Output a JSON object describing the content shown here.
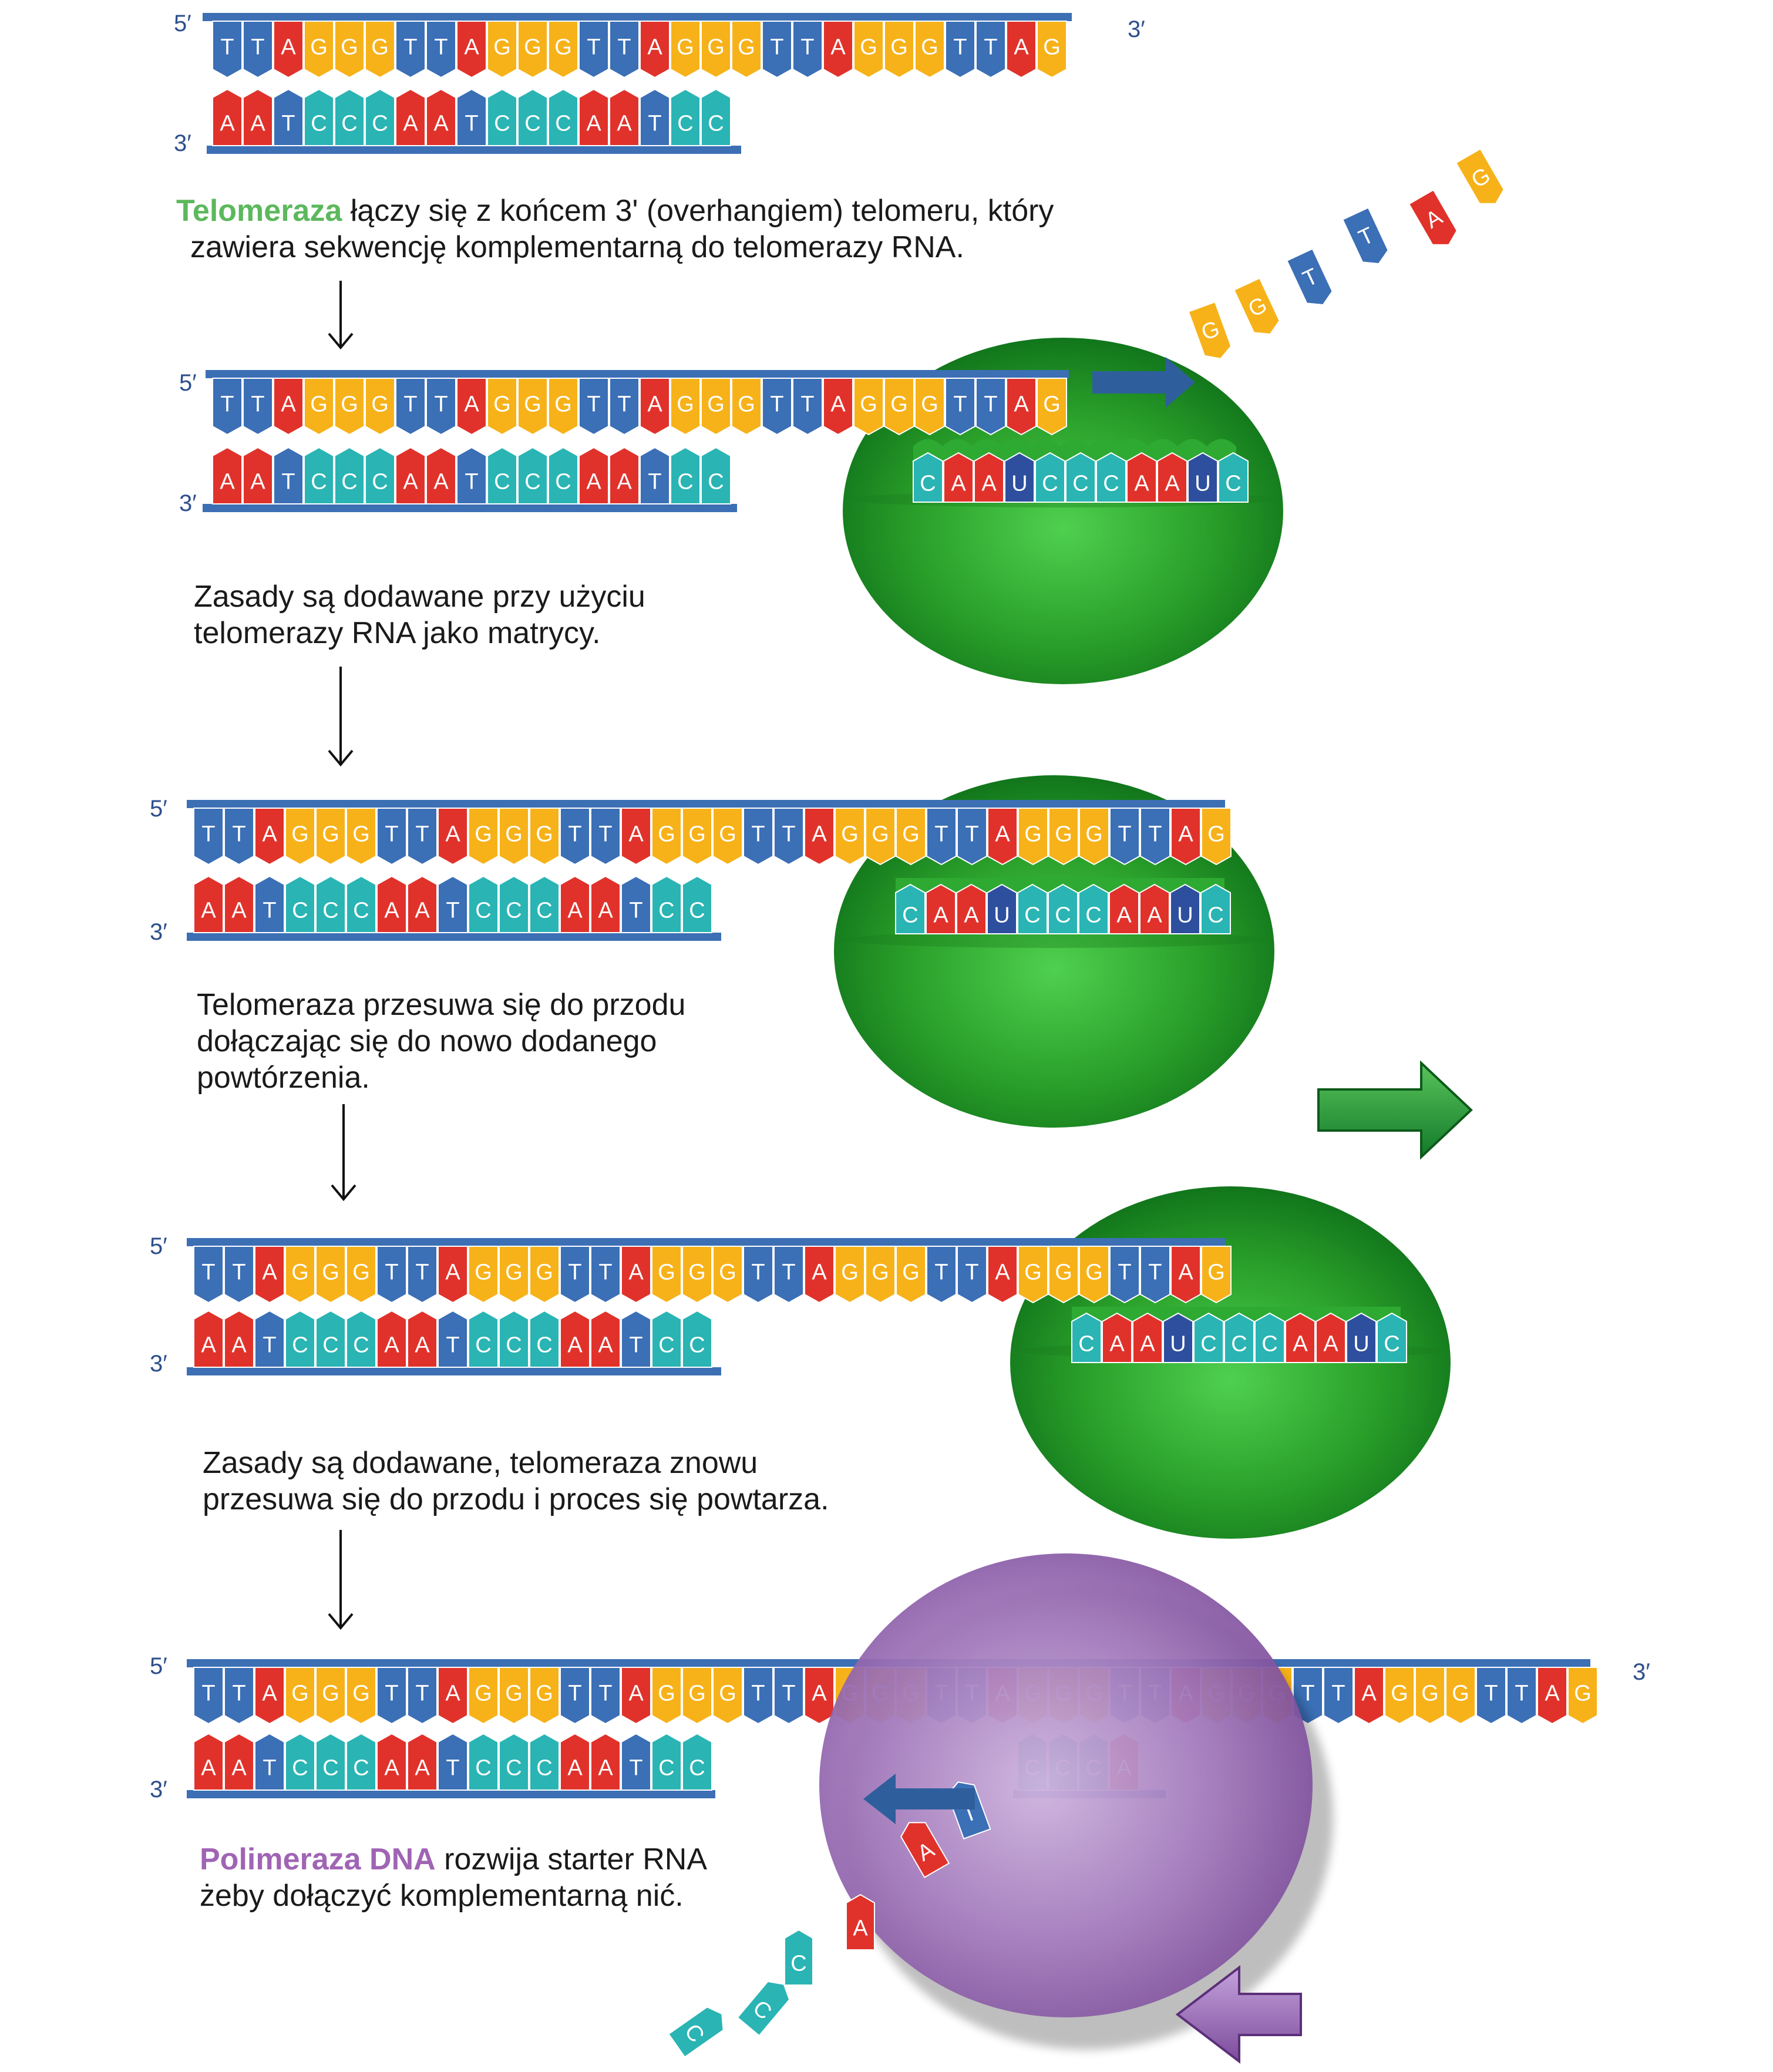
{
  "labels": {
    "five_prime": "5′",
    "three_prime": "3′"
  },
  "colors": {
    "T": "#3b6fb6",
    "A": "#e0322b",
    "G": "#f7b21a",
    "C": "#2ab4b4",
    "U": "#2e4f9e",
    "backbone": "#3c6fb4",
    "telomerase": "#2eaa32",
    "polymerase": "#9c6cb4"
  },
  "panels": {
    "p1": {
      "top": "TTAGGGTTAGGGTTAGGGTTAGGGTTAG",
      "bottom": "AATCCCAATCCCAATCC"
    },
    "p2": {
      "top": "TTAGGGTTAGGGTTAGGGTTAGGGTTAG",
      "bottom": "AATCCCAATCCCAATCC",
      "rna": "CAAUCCCAAUC",
      "incoming": "GGTTAG"
    },
    "p3": {
      "top": "TTAGGGTTAGGGTTAGGGTTAGGGTTAGGGTTAG",
      "bottom": "AATCCCAATCCCAATCC",
      "rna": "CAAUCCCAAUC"
    },
    "p4": {
      "top": "TTAGGGTTAGGGTTAGGGTTAGGGTTAGGGTTAG",
      "bottom": "AATCCCAATCCCAATCC",
      "rna": "CAAUCCCAAUC"
    },
    "p5": {
      "top": "TTAGGGTTAGGGTTAGGGTTAGGGTTAGGGTTAGGGTTAGGGTTAG",
      "bottom": "AATCCCAATCCCAATCC",
      "new_bottom": "CCCA",
      "incoming": "CCCAAT"
    }
  },
  "captions": {
    "c1_highlight": "Telomeraza",
    "c1_line1_rest": " łączy się z końcem 3' (overhangiem) telomeru, który",
    "c1_line2": "zawiera sekwencję komplementarną do telomerazy RNA.",
    "c2_line1": "Zasady są dodawane przy użyciu",
    "c2_line2": "telomerazy RNA jako matrycy.",
    "c3_line1": "Telomeraza przesuwa się do przodu",
    "c3_line2": "dołączając się do nowo dodanego",
    "c3_line3": "powtórzenia.",
    "c4_line1": "Zasady są dodawane, telomeraza znowu",
    "c4_line2": "przesuwa się do przodu i proces się powtarza.",
    "c5_highlight": "Polimeraza DNA",
    "c5_line1_rest": " rozwija starter RNA",
    "c5_line2": "żeby dołączyć komplementarną nić."
  }
}
